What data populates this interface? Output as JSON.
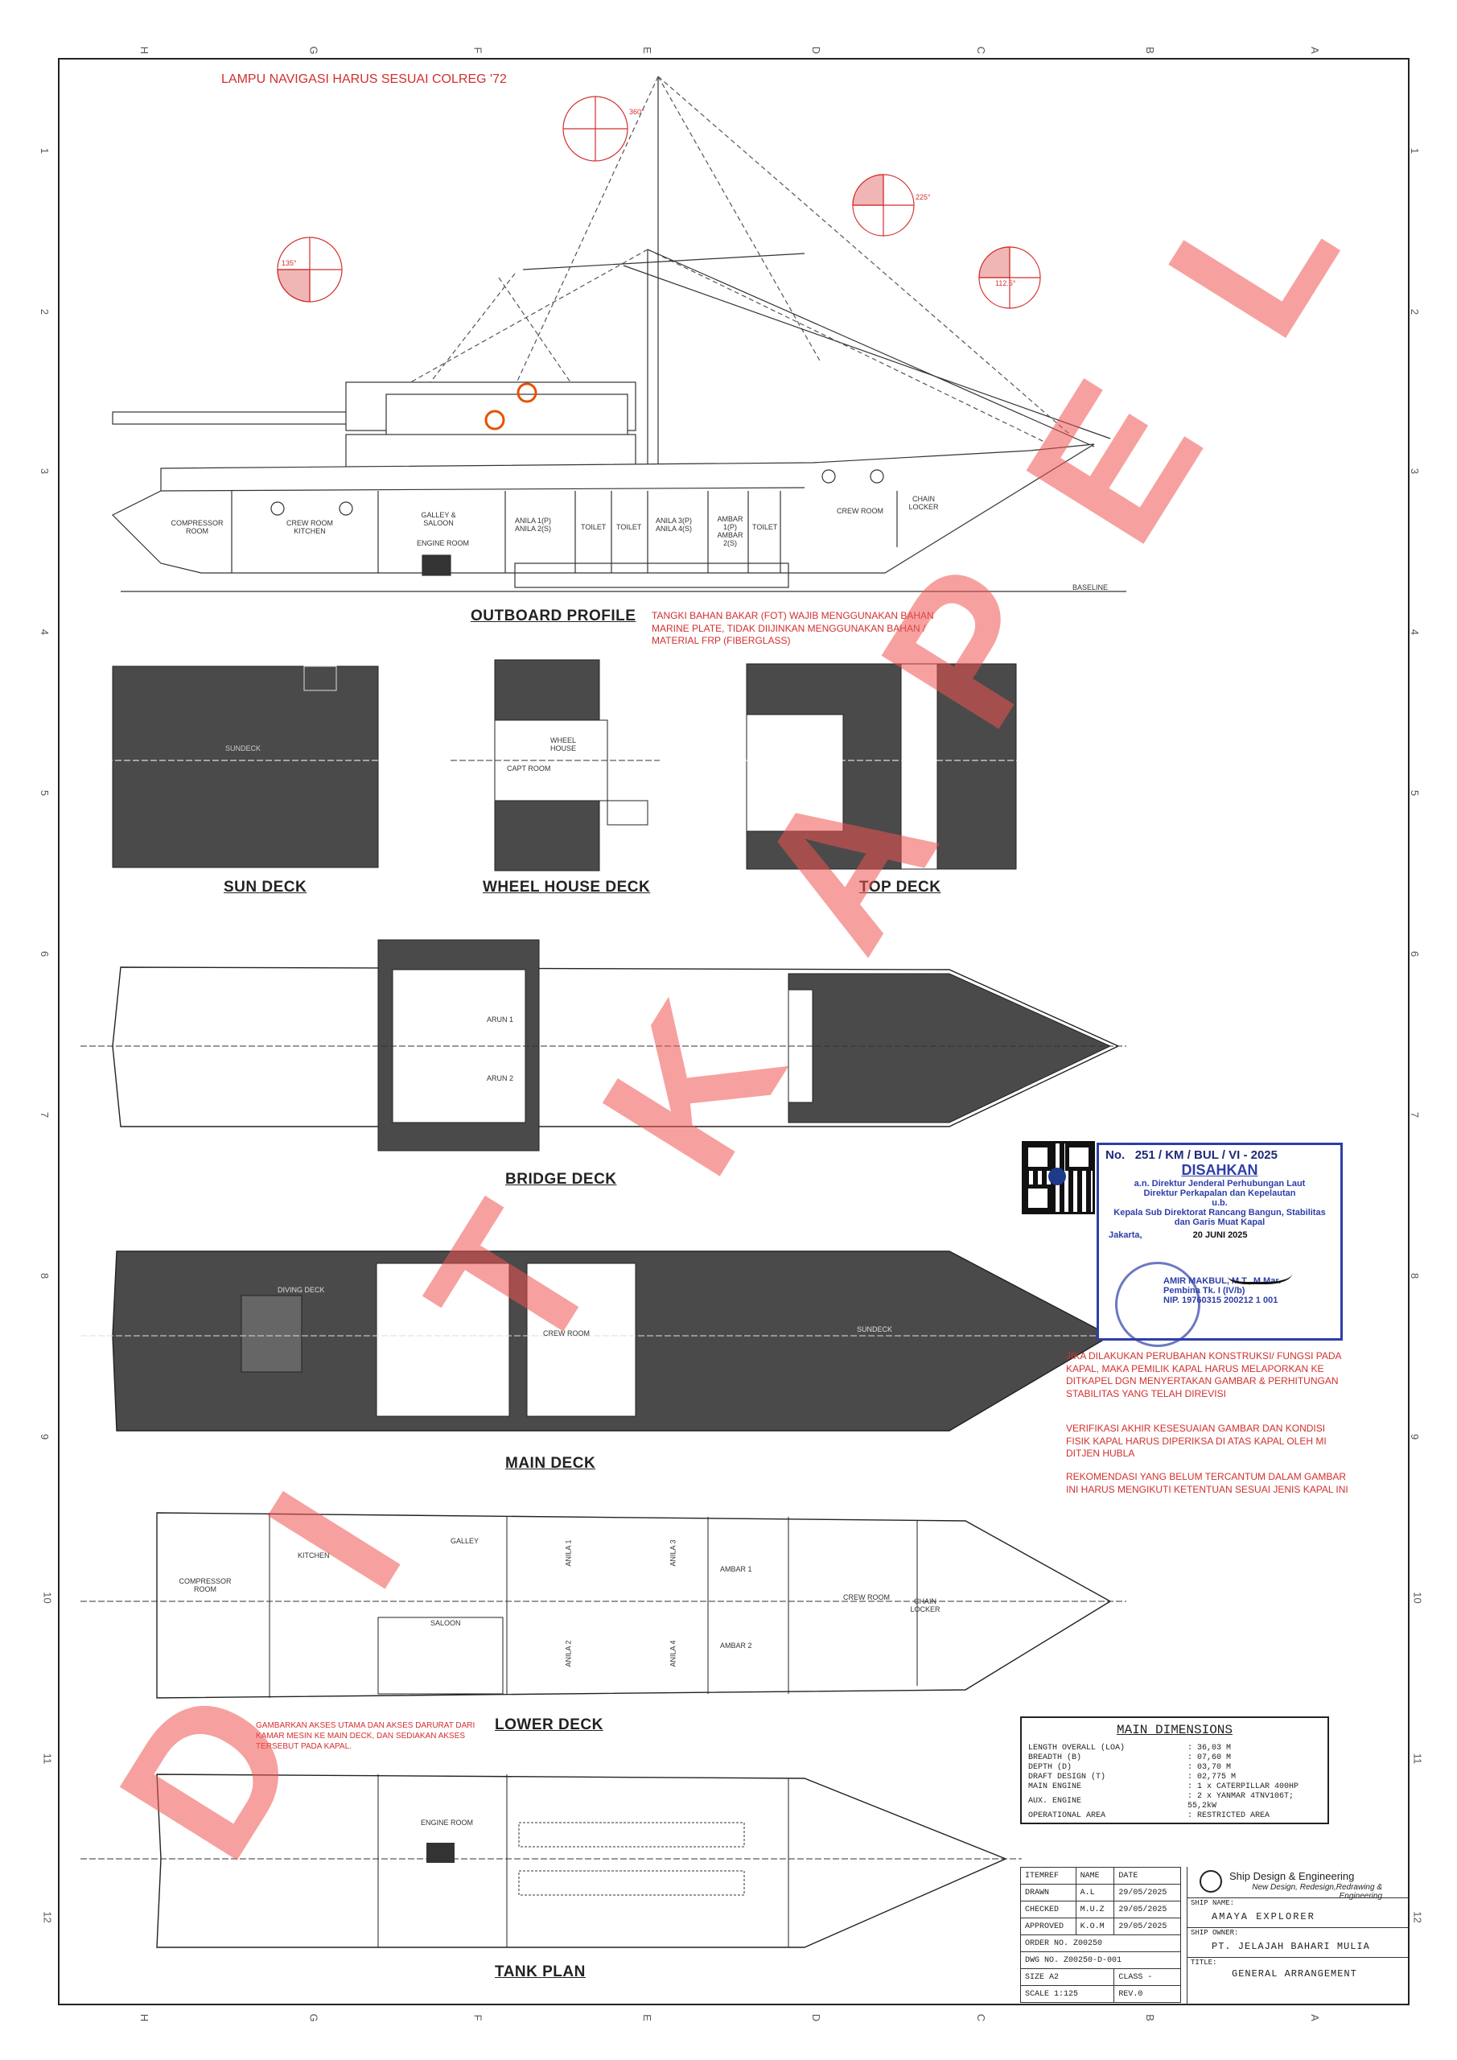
{
  "header": {
    "colreg_note": "LAMPU NAVIGASI HARUS SESUAI COLREG '72"
  },
  "grid": {
    "columns": [
      "H",
      "G",
      "F",
      "E",
      "D",
      "C",
      "B",
      "A"
    ],
    "rows": [
      "1",
      "2",
      "3",
      "4",
      "5",
      "6",
      "7",
      "8",
      "9",
      "10",
      "11",
      "12"
    ]
  },
  "views": {
    "outboard": "OUTBOARD PROFILE",
    "sun": "SUN DECK",
    "wheel": "WHEEL HOUSE DECK",
    "top": "TOP DECK",
    "bridge": "BRIDGE DECK",
    "main": "MAIN DECK",
    "lower": "LOWER DECK",
    "tank": "TANK PLAN"
  },
  "light_angles": [
    "360°",
    "225°",
    "135°",
    "112.5°"
  ],
  "outboard_rooms": [
    "COMPRESSOR ROOM",
    "CREW ROOM KITCHEN",
    "GALLEY & SALOON",
    "ENGINE ROOM",
    "ANILA 1(P) ANILA 2(S)",
    "TOILET",
    "TOILET",
    "ANILA 3(P) ANILA 4(S)",
    "AMBAR 1(P) AMBAR 2(S)",
    "TOILET",
    "CREW ROOM",
    "CHAIN LOCKER",
    "BASELINE"
  ],
  "fuel_note": "TANGKI BAHAN BAKAR (FOT) WAJIB MENGGUNAKAN BAHAN MARINE PLATE, TIDAK DIIJINKAN MENGGUNAKAN BAHAN / MATERIAL FRP (FIBERGLASS)",
  "deck_labels": {
    "sundeck": "SUNDECK",
    "wheel_house": "WHEEL HOUSE",
    "capt_room": "CAPT ROOM",
    "arun1": "ARUN 1",
    "arun2": "ARUN 2",
    "diving_deck": "DIVING DECK",
    "crew_room": "CREW ROOM",
    "main_sundeck": "SUNDECK",
    "kitchen": "KITCHEN",
    "compressor": "COMPRESSOR ROOM",
    "saloon": "SALOON",
    "galley": "GALLEY",
    "anila1": "ANILA 1",
    "anila3": "ANILA 3",
    "anila2": "ANILA 2",
    "anila4": "ANILA 4",
    "ambar1": "AMBAR 1",
    "ambar2": "AMBAR 2",
    "lower_crew": "CREW ROOM",
    "chain": "CHAIN LOCKER",
    "engine_room": "ENGINE ROOM"
  },
  "notes": {
    "access": "GAMBARKAN AKSES UTAMA DAN AKSES DARURAT DARI KAMAR MESIN KE MAIN DECK, DAN SEDIAKAN AKSES TERSEBUT PADA KAPAL.",
    "change": "JIKA DILAKUKAN PERUBAHAN KONSTRUKSI/ FUNGSI PADA KAPAL, MAKA PEMILIK KAPAL HARUS MELAPORKAN KE DITKAPEL DGN MENYERTAKAN GAMBAR & PERHITUNGAN STABILITAS YANG TELAH DIREVISI",
    "verify": "VERIFIKASI AKHIR KESESUAIAN GAMBAR DAN KONDISI FISIK KAPAL HARUS DIPERIKSA DI ATAS KAPAL OLEH MI DITJEN HUBLA",
    "recommend": "REKOMENDASI YANG BELUM TERCANTUM DALAM GAMBAR INI HARUS MENGIKUTI KETENTUAN SESUAI JENIS KAPAL INI"
  },
  "stamp": {
    "no_label": "No.",
    "number": "251 / KM / BUL / VI - 2025",
    "status": "DISAHKAN",
    "line1": "a.n. Direktur Jenderal Perhubungan Laut",
    "line2": "Direktur Perkapalan dan Kepelautan",
    "line3": "u.b.",
    "line4": "Kepala Sub Direktorat Rancang Bangun, Stabilitas dan Garis Muat Kapal",
    "place": "Jakarta,",
    "date": "20 JUNI 2025",
    "name": "AMIR MAKBUL, M.T., M.Mar.",
    "rank": "Pembina Tk. I (IV/b)",
    "nip": "NIP. 19760315 200212 1 001"
  },
  "main_dimensions": {
    "title": "MAIN DIMENSIONS",
    "rows": [
      [
        "LENGTH OVERALL (LOA)",
        ": 36,03 M"
      ],
      [
        "BREADTH (B)",
        ": 07,60 M"
      ],
      [
        "DEPTH (D)",
        ": 03,70 M"
      ],
      [
        "DRAFT DESIGN (T)",
        ": 02,775 M"
      ],
      [
        "MAIN ENGINE",
        ": 1 x CATERPILLAR 400HP"
      ],
      [
        "AUX. ENGINE",
        ": 2 x YANMAR 4TNV106T; 55,2kW"
      ],
      [
        "OPERATIONAL AREA",
        ": RESTRICTED AREA"
      ]
    ]
  },
  "title_block": {
    "h_item": "ITEMREF",
    "h_name": "NAME",
    "h_date": "DATE",
    "drawn": "DRAWN",
    "drawn_by": "A.L",
    "drawn_date": "29/05/2025",
    "checked": "CHECKED",
    "checked_by": "M.U.Z",
    "checked_date": "29/05/2025",
    "approved": "APPROVED",
    "approved_by": "K.O.M",
    "approved_date": "29/05/2025",
    "order": "ORDER NO. Z00250",
    "dwg": "DWG NO. Z00250-D-001",
    "size": "SIZE A2",
    "class": "CLASS   -",
    "scale": "SCALE 1:125",
    "rev": "REV.0",
    "company": "Ship Design & Engineering",
    "company_tag": "New Design, Redesign,Redrawing & Engineering",
    "ship_name_lbl": "SHIP NAME:",
    "ship_name": "AMAYA EXPLORER",
    "owner_lbl": "SHIP OWNER:",
    "owner": "PT. JELAJAH BAHARI MULIA",
    "title_lbl": "TITLE:",
    "title": "GENERAL ARRANGEMENT"
  },
  "watermark": [
    "D",
    "I",
    "T",
    "K",
    "A",
    "P",
    "E",
    "L"
  ],
  "colors": {
    "red": "#d32f2f",
    "stamp_blue": "#2e3ea8",
    "deck_fill": "#4a4a4a"
  }
}
